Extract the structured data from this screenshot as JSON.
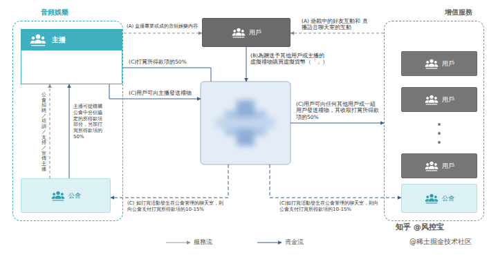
{
  "diagram": {
    "nodes": [
      {
        "text": [
          "音頻娛樂"
        ]
      },
      {
        "text": [
          "主播"
        ],
        "in": 0
      },
      {
        "text": [
          "公會"
        ],
        "in": 0
      },
      {
        "text": [
          "用戶"
        ]
      },
      {
        "text": [
          "增值服務"
        ]
      },
      {
        "text": [
          "用戶"
        ],
        "in": 4
      },
      {
        "text": [
          "用戶"
        ],
        "in": 4
      },
      {
        "text": [
          "用戶"
        ],
        "in": 4
      },
      {
        "text": [
          "公會"
        ],
        "in": 4
      }
    ],
    "edges": [
      {
        "from": 1,
        "to": 3,
        "arrow": "to",
        "label": "(A) 直播專業或成的音頻娛樂內容"
      },
      {
        "from": 4,
        "to": 3,
        "arrow": "to",
        "label": "(A) 遊戲中的好友互動和 直播語音聊天室的互動"
      },
      {
        "from": 2,
        "to": 1,
        "arrow": "to",
        "label": "公會招聘／培訓／支持／宣傳主播"
      },
      {
        "from": 2,
        "to": 1,
        "arrow": "to",
        "label": "主播可從聯屬公會中分佔協定的所得款項部分，另加打賞所得款項的50%"
      }
    ],
    "labels": [
      "(B)為贈送予其他用戶或主播的虛擬禮物購買虛擬貨幣（「」）",
      "(C)打賞所得款項的50%",
      "(C)用戶可向主播發送禮物",
      "(C)用戶可向任何其他用戶或一組用戶發送禮物，其收取打賞所得款項的50%",
      "(C) 如打賞活動發生在公會管理的聊天室，則向公會支付打賞所得款項的10-15%",
      "(C)如打賞活動發生在公會管理的聊天室，則向公會支付打賞所得款項的10-15%",
      "知乎 @风控宝",
      "@稀土掘金技术社区"
    ],
    "legend": [
      {
        "text": "服務流"
      },
      {
        "text": "資金流"
      }
    ]
  }
}
